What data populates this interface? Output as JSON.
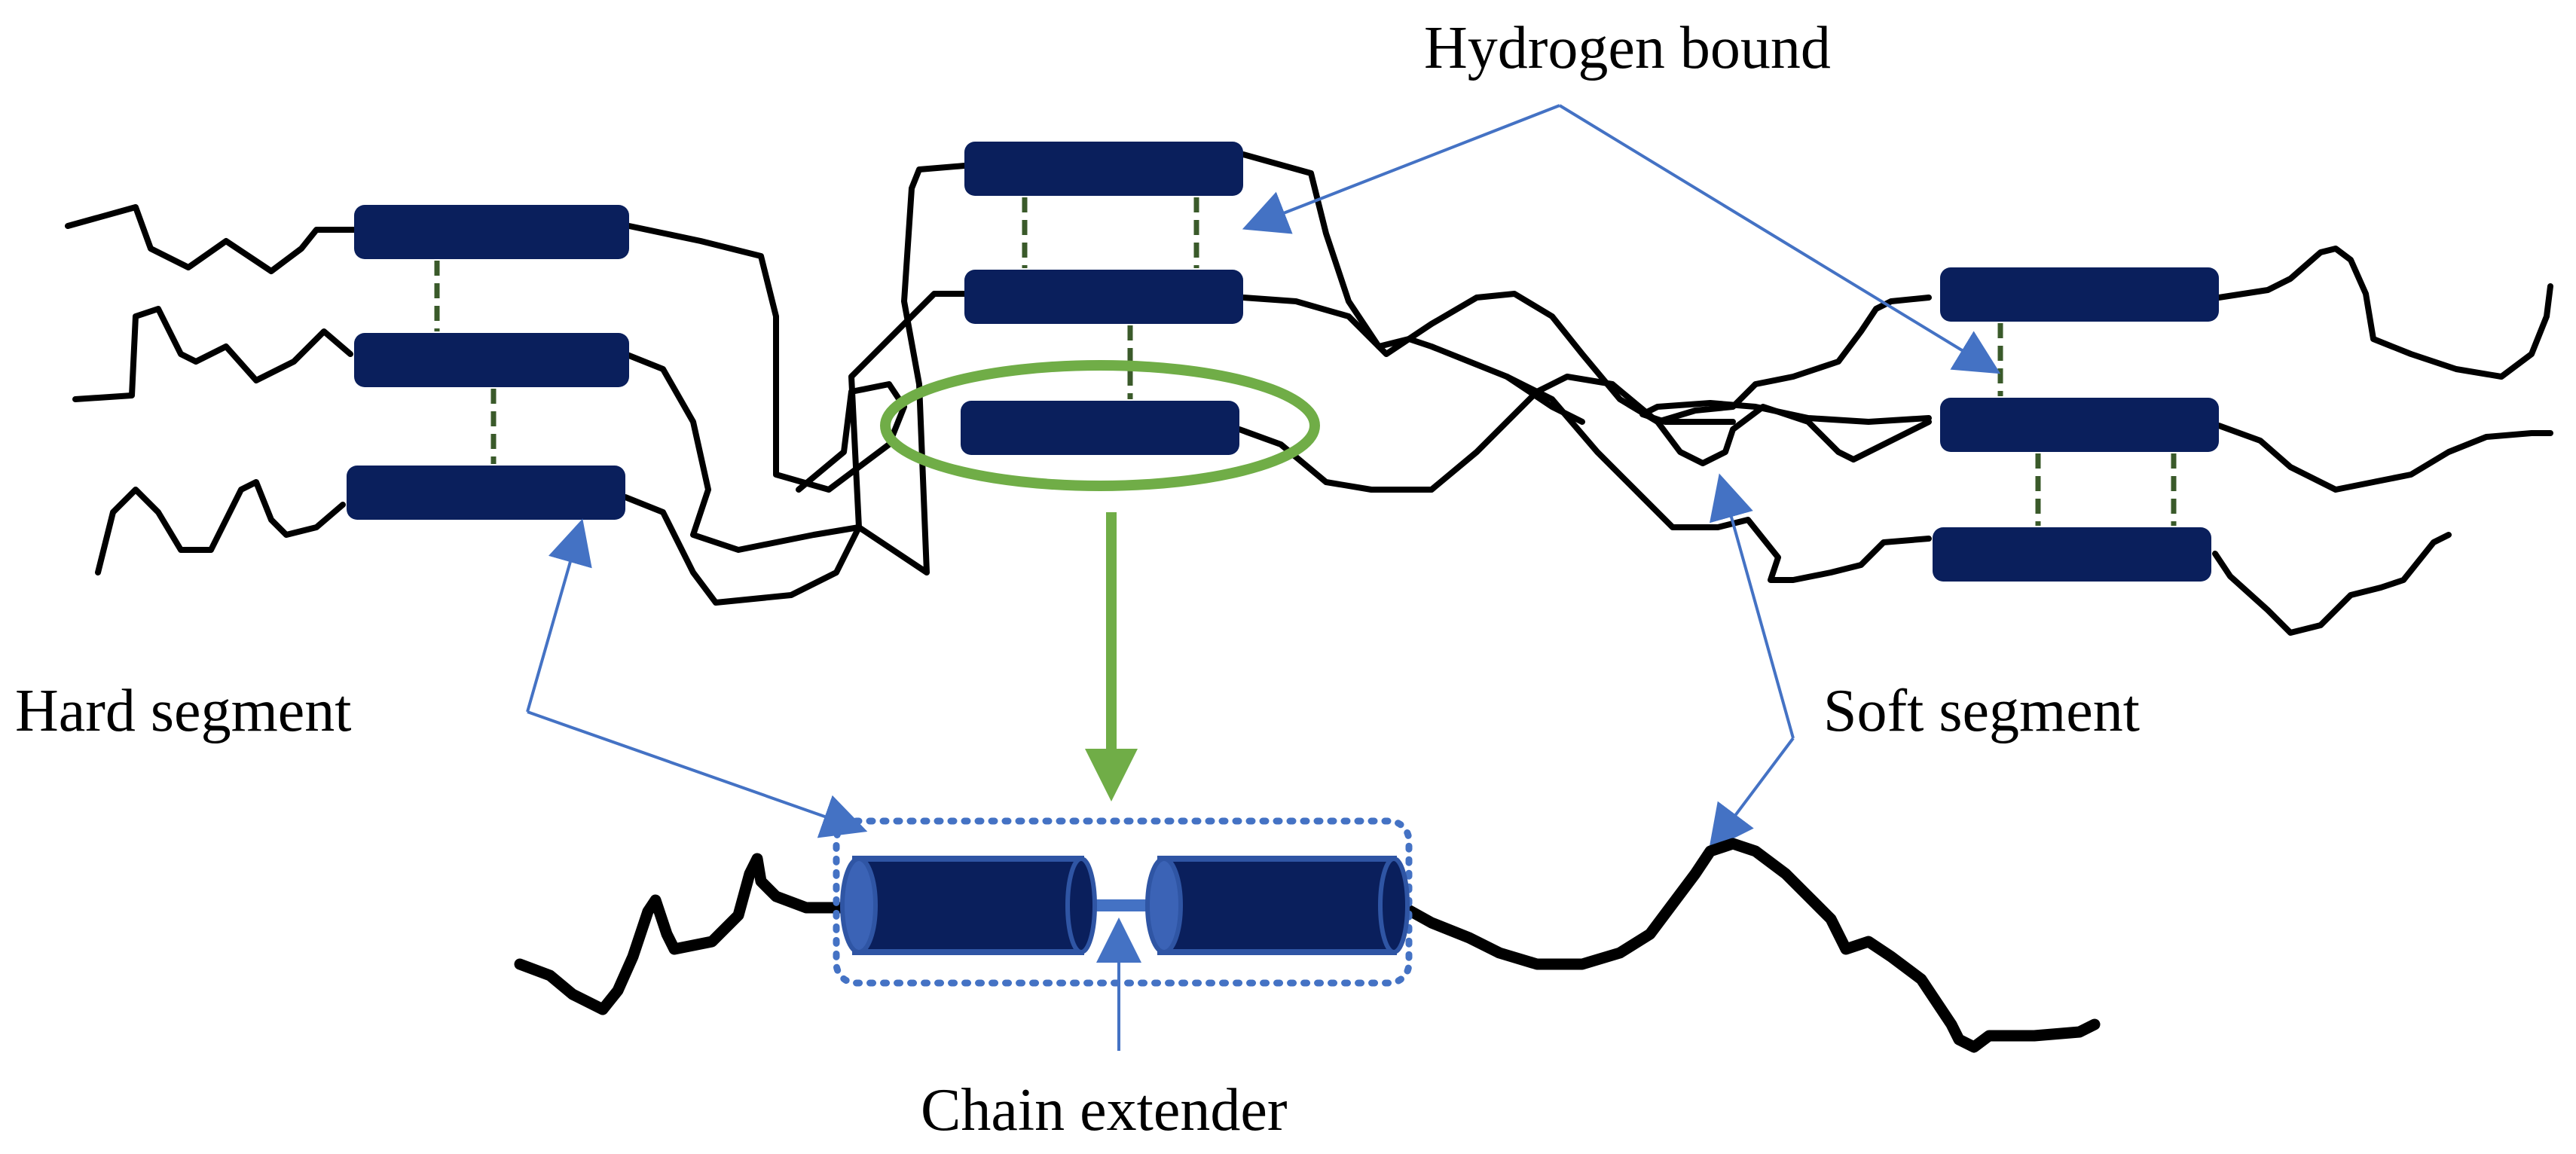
{
  "labels": {
    "hydrogen_bound": "Hydrogen bound",
    "hard_segment": "Hard segment",
    "soft_segment": "Soft segment",
    "chain_extender": "Chain extender"
  },
  "colors": {
    "hard_block": "#0A1F5C",
    "hard_block_edge": "#2F55A4",
    "hydrogen_bond": "#3A5A2A",
    "pointer_arrow": "#4472C4",
    "highlight": "#70AD47",
    "chain": "#000000"
  },
  "icons": {
    "hard_segment_block": "rounded-rectangle",
    "chain_extender_block": "cylinder"
  }
}
